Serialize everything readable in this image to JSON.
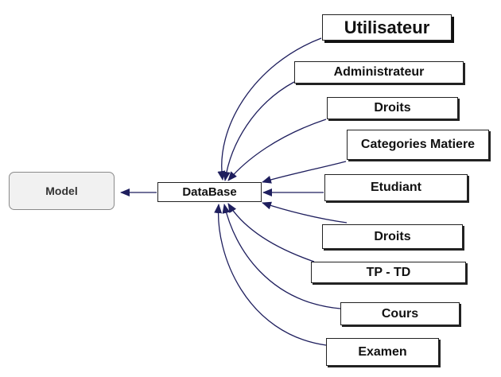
{
  "model_label": "Model",
  "database_label": "DataBase",
  "entities": [
    "Utilisateur",
    "Administrateur",
    "Droits",
    "Categories Matiere",
    "Etudiant",
    "Droits",
    "TP - TD",
    "Cours",
    "Examen"
  ],
  "colors": {
    "arrow": "#1f1f5e",
    "box_border": "#222222",
    "model_fill": "#f1f1f1"
  }
}
